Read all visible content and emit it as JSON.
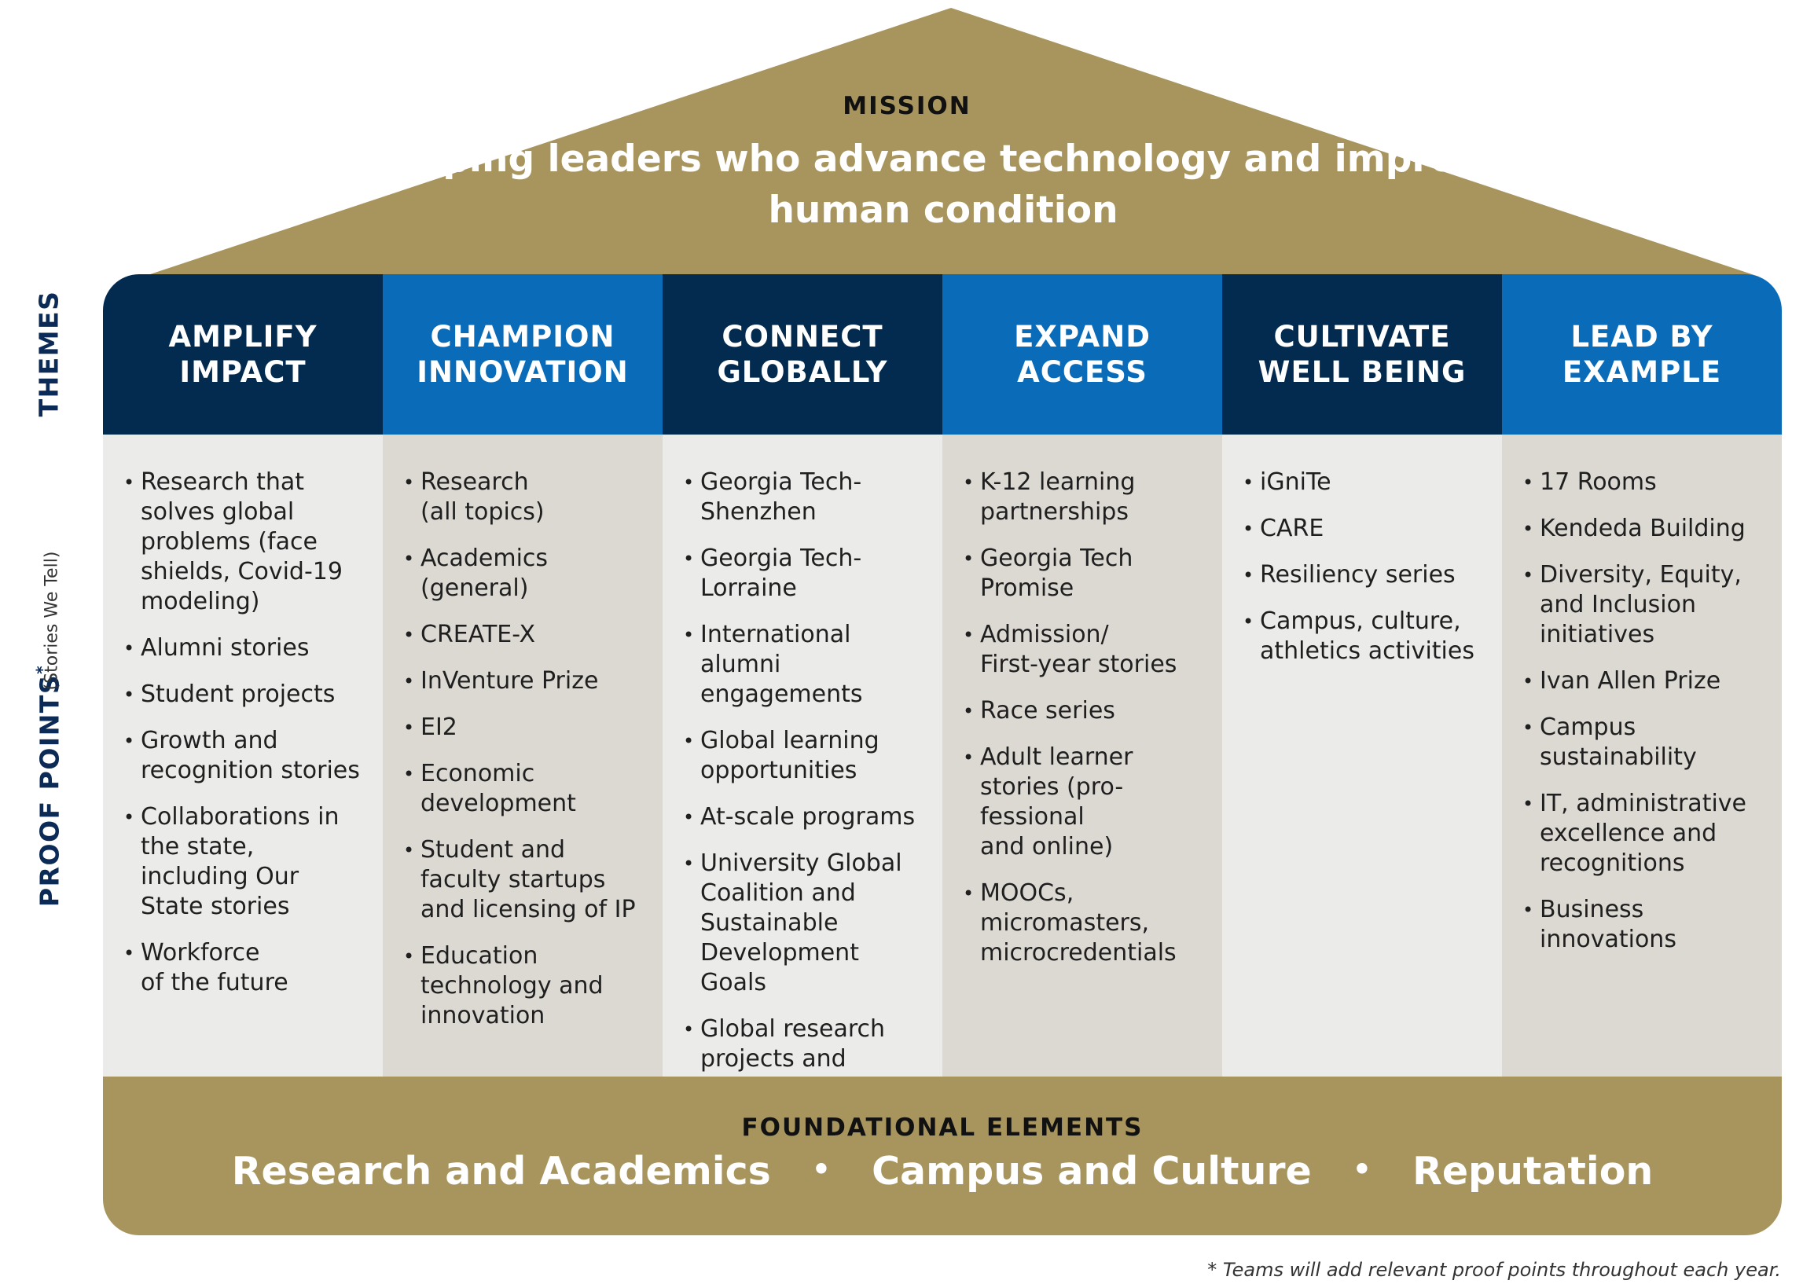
{
  "colors": {
    "gold": "#a8955e",
    "navy": "#032a4f",
    "blue": "#0a6cb9",
    "column_light": "#ebebea",
    "column_mid": "#dcd9d3",
    "side_label": "#0b2a55"
  },
  "mission": {
    "label": "MISSION",
    "text": "Developing leaders who advance technology and improve the human condition"
  },
  "side_labels": {
    "themes": "THEMES",
    "proof_points": "PROOF POINTS",
    "proof_points_mark": "*",
    "stories": "(Stories We Tell)"
  },
  "themes": [
    {
      "title": "AMPLIFY\nIMPACT",
      "items": [
        "Research that solves global problems (face shields, Covid-19 modeling)",
        "Alumni stories",
        "Student projects",
        "Growth and recognition stories",
        "Collaborations in the state, including Our State stories",
        "Workforce\nof the future"
      ]
    },
    {
      "title": "CHAMPION\nINNOVATION",
      "items": [
        "Research\n(all topics)",
        "Academics\n(general)",
        "CREATE-X",
        "InVenture Prize",
        "EI2",
        "Economic development",
        "Student and faculty startups and licensing of IP",
        "Education technology and innovation"
      ]
    },
    {
      "title": "CONNECT\nGLOBALLY",
      "items": [
        "Georgia Tech-\nShenzhen",
        "Georgia Tech-\nLorraine",
        "International alumni engagements",
        "Global learning opportunities",
        "At-scale programs",
        "University Global Coalition and Sustainable Development Goals",
        "Global research projects and partnerships"
      ]
    },
    {
      "title": "EXPAND\nACCESS",
      "items": [
        "K-12 learning partnerships",
        "Georgia Tech Promise",
        "Admission/\nFirst-year stories",
        "Race series",
        "Adult learner stories (pro-\nfessional\nand online)",
        "MOOCs, micromasters, microcredentials"
      ]
    },
    {
      "title": "CULTIVATE\nWELL BEING",
      "items": [
        "iGniTe",
        "CARE",
        "Resiliency series",
        "Campus, culture, athletics activities"
      ]
    },
    {
      "title": "LEAD BY\nEXAMPLE",
      "items": [
        "17 Rooms",
        "Kendeda Building",
        "Diversity, Equity, and Inclusion initiatives",
        "Ivan Allen Prize",
        "Campus sustainability",
        "IT, administrative excellence and recognitions",
        "Business innovations"
      ]
    }
  ],
  "foundation": {
    "label": "FOUNDATIONAL ELEMENTS",
    "items": [
      "Research and Academics",
      "Campus and Culture",
      "Reputation"
    ],
    "separator": "•"
  },
  "footnote": "* Teams will add relevant proof points throughout each year."
}
